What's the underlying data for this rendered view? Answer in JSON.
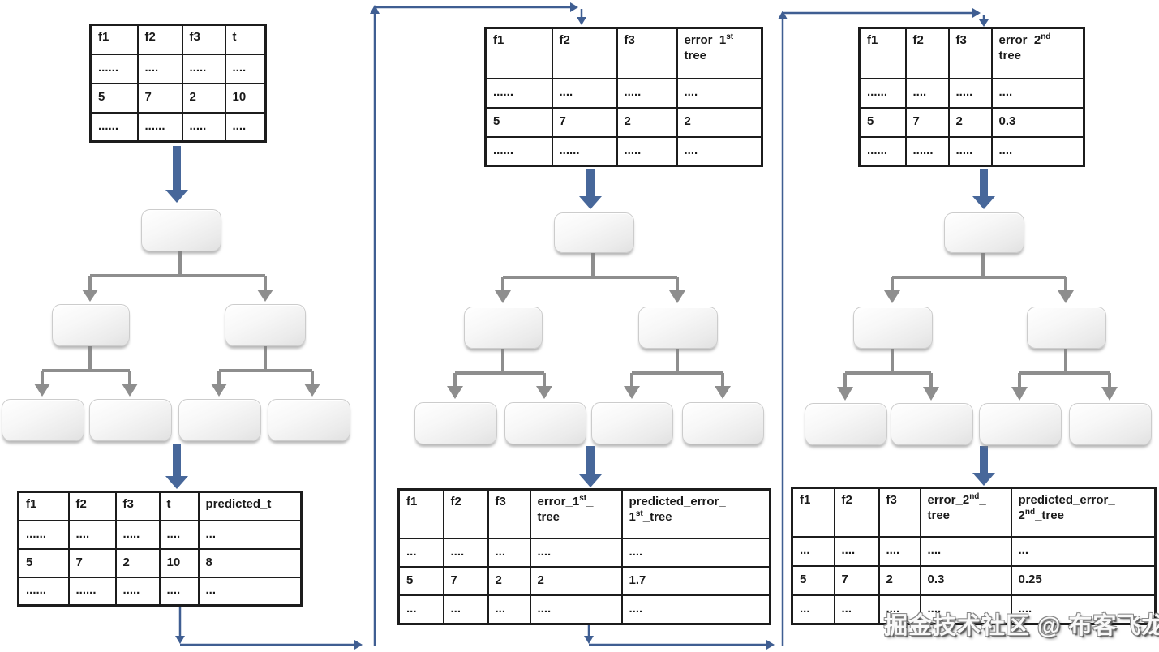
{
  "watermark": "掘金技术社区 @ 布客飞龙",
  "colors": {
    "flow_arrow_blue": "#47679a",
    "connector_blue": "#3f5e92",
    "tree_connector_gray": "#8e8e8e",
    "table_border": "#1c1c1c",
    "node_fill": "#efefef"
  },
  "panels": [
    {
      "tree": {
        "levels": 3,
        "nodes": 7
      },
      "top_table": {
        "headers": [
          "f1",
          "f2",
          "f3",
          "t"
        ],
        "rows": [
          [
            "......",
            "....",
            ".....",
            "...."
          ],
          [
            "5",
            "7",
            "2",
            "10"
          ],
          [
            "......",
            "......",
            ".....",
            "...."
          ]
        ]
      },
      "bottom_table": {
        "headers": [
          "f1",
          "f2",
          "f3",
          "t",
          "predicted_t"
        ],
        "rows": [
          [
            "......",
            "....",
            ".....",
            "....",
            "..."
          ],
          [
            "5",
            "7",
            "2",
            "10",
            "8"
          ],
          [
            "......",
            "......",
            ".....",
            "....",
            "..."
          ]
        ]
      }
    },
    {
      "tree": {
        "levels": 3,
        "nodes": 7
      },
      "top_table": {
        "headers": [
          "f1",
          "f2",
          "f3",
          "error_1{st}_\ntree"
        ],
        "rows": [
          [
            "......",
            "....",
            ".....",
            "...."
          ],
          [
            "5",
            "7",
            "2",
            "2"
          ],
          [
            "......",
            "......",
            ".....",
            "...."
          ]
        ]
      },
      "bottom_table": {
        "headers": [
          "f1",
          "f2",
          "f3",
          "error_1{st}_\ntree",
          "predicted_error_\n1{st}_tree"
        ],
        "rows": [
          [
            "...",
            "....",
            "...",
            "....",
            "...."
          ],
          [
            "5",
            "7",
            "2",
            "2",
            "1.7"
          ],
          [
            "...",
            "...",
            "...",
            "....",
            "...."
          ]
        ]
      }
    },
    {
      "tree": {
        "levels": 3,
        "nodes": 7
      },
      "top_table": {
        "headers": [
          "f1",
          "f2",
          "f3",
          "error_2{nd}_\ntree"
        ],
        "rows": [
          [
            "......",
            "....",
            ".....",
            "...."
          ],
          [
            "5",
            "7",
            "2",
            "0.3"
          ],
          [
            "......",
            "......",
            ".....",
            "...."
          ]
        ]
      },
      "bottom_table": {
        "headers": [
          "f1",
          "f2",
          "f3",
          "error_2{nd}_\ntree",
          "predicted_error_\n2{nd}_tree"
        ],
        "rows": [
          [
            "...",
            "....",
            "....",
            "....",
            "..."
          ],
          [
            "5",
            "7",
            "2",
            "0.3",
            "0.25"
          ],
          [
            "...",
            "...",
            "....",
            "....",
            "...."
          ]
        ]
      }
    }
  ]
}
